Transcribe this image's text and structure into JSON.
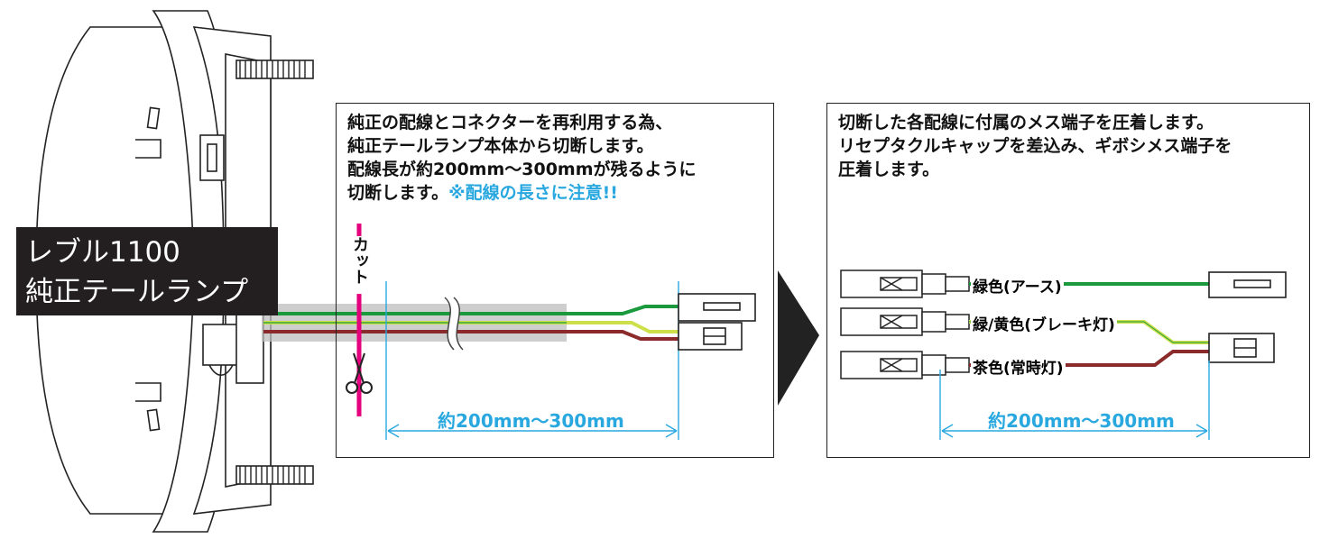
{
  "lamp_label": {
    "line1": "レブル1100",
    "line2": "純正テールランプ"
  },
  "cut_label": "カット",
  "panel_left": {
    "lines": [
      "純正の配線とコネクターを再利用する為、",
      "純正テールランプ本体から切断します。",
      "配線長が約200mm～300mmが残るように"
    ],
    "last_line": "切断します。",
    "warning": "※配線の長さに注意!!",
    "dimension": "約200mm～300mm"
  },
  "panel_right": {
    "lines": [
      "切断した各配線に付属のメス端子を圧着します。",
      "リセプタクルキャップを差込み、ギボシメス端子を",
      "圧着します。"
    ],
    "wire_labels": [
      "緑色(アース)",
      "緑/黄色(ブレーキ灯)",
      "茶色(常時灯)"
    ],
    "dimension": "約200mm～300mm"
  },
  "colors": {
    "green": "#1a9a3c",
    "yellow": "#cde04a",
    "brown": "#8b2a2a",
    "magenta": "#e5007e",
    "cyan": "#29a8e0"
  }
}
